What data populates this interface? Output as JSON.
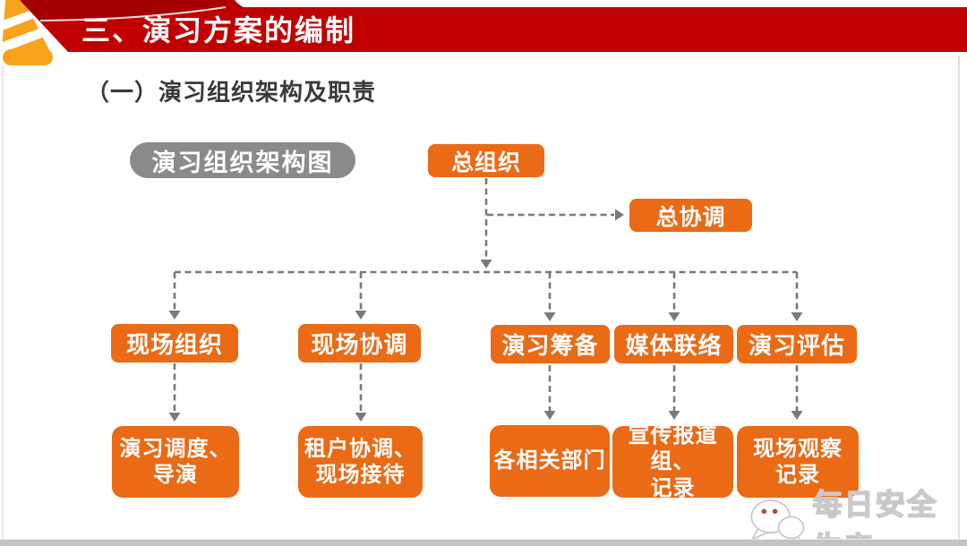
{
  "slide": {
    "title": "三、演习方案的编制",
    "subtitle": "（一）演习组织架构及职责",
    "diagram_label": "演习组织架构图",
    "watermark_text": "每日安全生产"
  },
  "org_chart": {
    "root": {
      "label": "总组织"
    },
    "coordinator": {
      "label": "总协调"
    },
    "level2": [
      {
        "label": "现场组织"
      },
      {
        "label": "现场协调"
      },
      {
        "label": "演习筹备"
      },
      {
        "label": "媒体联络"
      },
      {
        "label": "演习评估"
      }
    ],
    "level3": [
      {
        "label": "演习调度、\n导演"
      },
      {
        "label": "租户协调、\n现场接待"
      },
      {
        "label": "各相关部门"
      },
      {
        "label": "宣传报道组、\n记录"
      },
      {
        "label": "现场观察\n记录"
      }
    ]
  },
  "colors": {
    "banner_red": "#C00000",
    "node_orange": "#EA6A15",
    "cone_orange": "#F9A21B",
    "pill_gray": "#8A8A8A",
    "connector_gray": "#7A7A7A"
  }
}
